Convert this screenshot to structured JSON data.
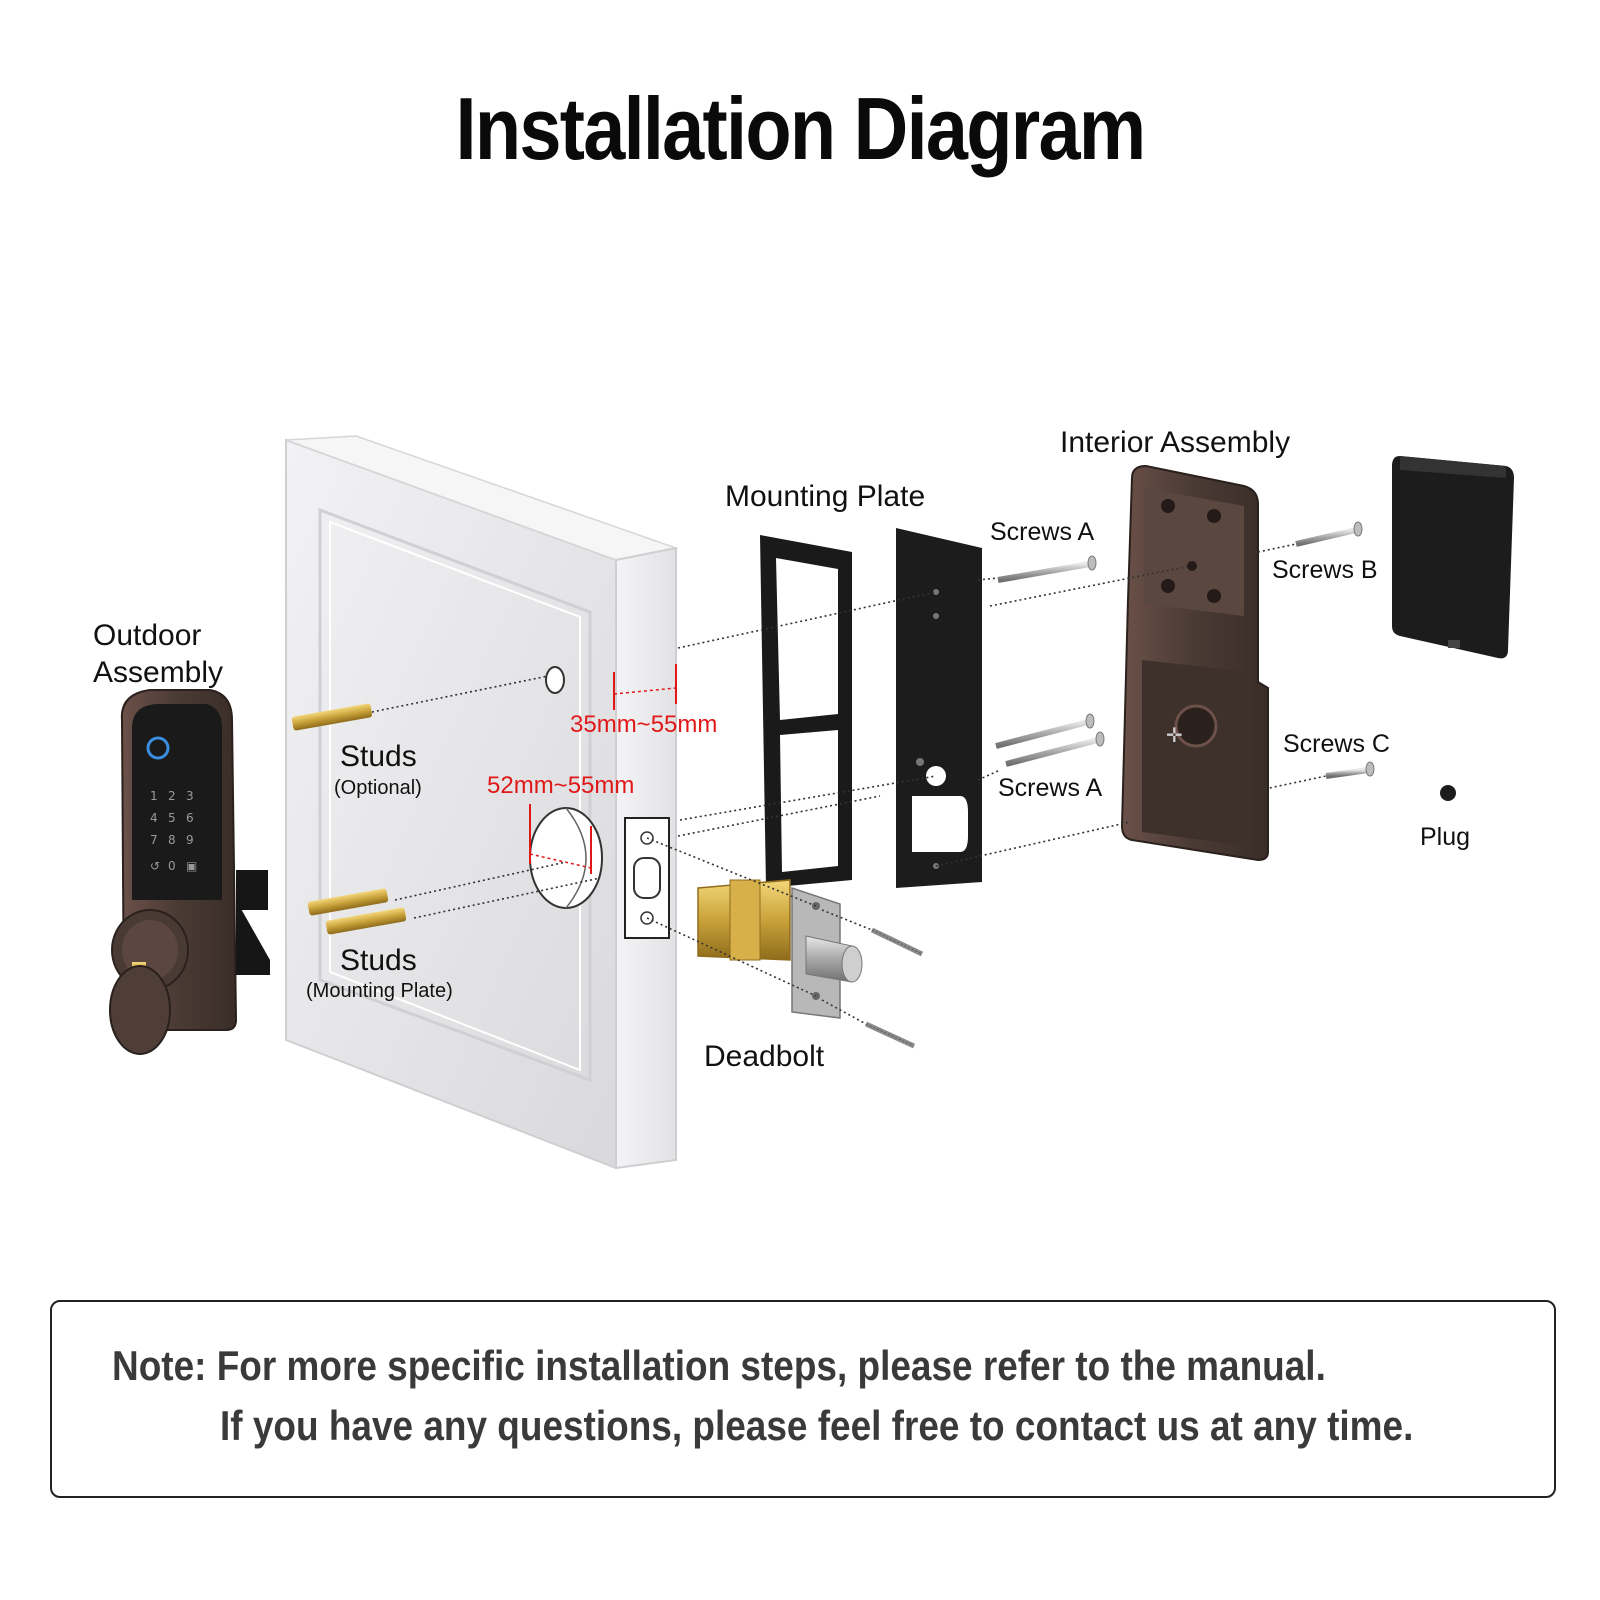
{
  "title": "Installation Diagram",
  "labels": {
    "outdoor_line1": "Outdoor",
    "outdoor_line2": "Assembly",
    "studs_optional": "Studs",
    "studs_optional_sub": "(Optional)",
    "studs_mounting": "Studs",
    "studs_mounting_sub": "(Mounting Plate)",
    "dim_backset": "35mm~55mm",
    "dim_bore": "52mm~55mm",
    "mounting_plate": "Mounting Plate",
    "interior_assembly": "Interior Assembly",
    "screws_a_top": "Screws A",
    "screws_a_bottom": "Screws A",
    "screws_b": "Screws B",
    "screws_c": "Screws C",
    "plug": "Plug",
    "deadbolt": "Deadbolt"
  },
  "keypad_keys": [
    "1",
    "2",
    "3",
    "4",
    "5",
    "6",
    "7",
    "8",
    "9",
    "↺",
    "0",
    "🔒"
  ],
  "note": {
    "line1": "Note: For more specific installation steps, please refer to the manual.",
    "line2": "If you have any questions, please feel free to contact us at any time."
  },
  "colors": {
    "bronze": "#4a3a34",
    "black_plate": "#1c1c1c",
    "door": "#e8e8ea",
    "brass": "#c9a23a",
    "dimension_red": "#e01818"
  }
}
